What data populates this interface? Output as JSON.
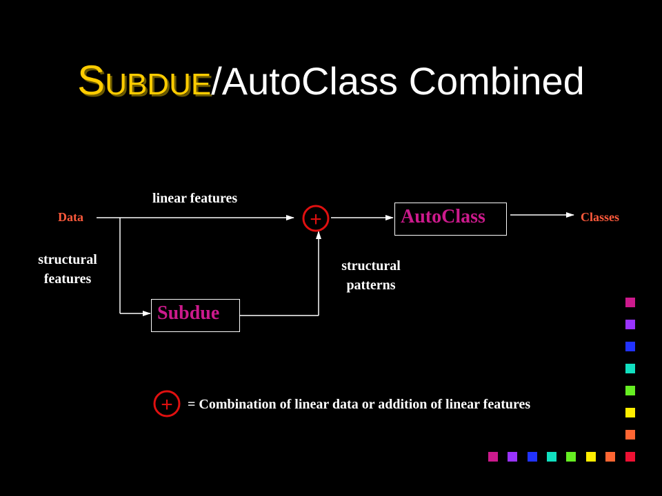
{
  "title": {
    "accent_first": "S",
    "accent_rest": "UBDUE",
    "rest": "/AutoClass Combined"
  },
  "diagram": {
    "data_label": "Data",
    "linear_features_label": "linear features",
    "structural_features_label_line1": "structural",
    "structural_features_label_line2": "features",
    "structural_patterns_label_line1": "structural",
    "structural_patterns_label_line2": "patterns",
    "classes_label": "Classes",
    "autoclass_box": "AutoClass",
    "subdue_box": "Subdue",
    "combiner_symbol": "+"
  },
  "legend": {
    "symbol": "+",
    "text": "= Combination of linear data or addition of linear features"
  },
  "colors": {
    "background": "#000000",
    "title_accent": "#ffcc00",
    "box_text": "#cc1a8c",
    "endpoint_label": "#ff5a3c",
    "combiner": "#e01010",
    "decor_squares": [
      "#cc1a8c",
      "#9933ff",
      "#2233ff",
      "#11e0c0",
      "#66ee22",
      "#ffee00",
      "#ff6633",
      "#ee1133"
    ]
  }
}
